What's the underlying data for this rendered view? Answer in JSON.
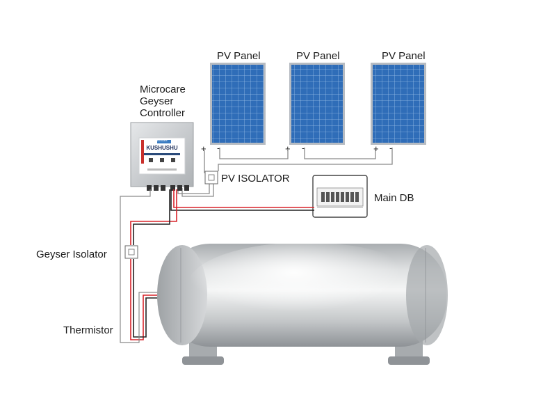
{
  "labels": {
    "pv_panel_1": "PV Panel",
    "pv_panel_2": "PV Panel",
    "pv_panel_3": "PV Panel",
    "controller": [
      "Microcare",
      "Geyser",
      "Controller"
    ],
    "pv_isolator": "PV ISOLATOR",
    "main_db": "Main DB",
    "geyser_isolator": "Geyser Isolator",
    "thermistor": "Thermistor"
  },
  "controller_brand": "KUSHUSHU",
  "controller_badge": "microcare",
  "terminals": {
    "plus": "+",
    "minus": "-"
  },
  "colors": {
    "panel": "#2f6db8",
    "panel_frame": "#b7bcc2",
    "live_wire": "#d8232a",
    "neutral_wire": "#222222",
    "pv_wire": "#8a8a8a",
    "tank": "#c9ccce"
  },
  "icons": {
    "pv_isolator": "isolator-switch-icon",
    "geyser_isolator": "isolator-switch-icon",
    "main_db": "distribution-board-icon"
  }
}
